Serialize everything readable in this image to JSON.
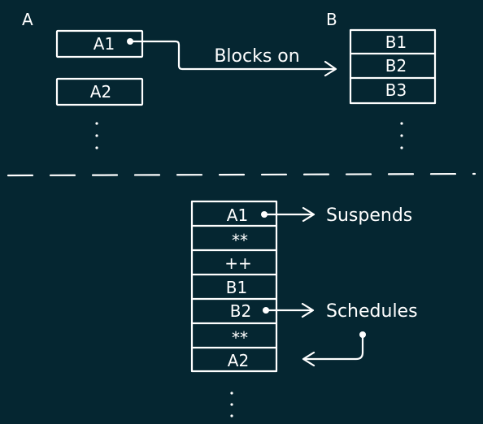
{
  "columns": {
    "a": {
      "label": "A",
      "blocks": [
        "A1",
        "A2"
      ]
    },
    "b": {
      "label": "B",
      "blocks": [
        "B1",
        "B2",
        "B3"
      ]
    }
  },
  "relation": {
    "label": "Blocks on"
  },
  "schedule": {
    "cells": [
      "A1",
      "**",
      "++",
      "B1",
      "B2",
      "**",
      "A2"
    ]
  },
  "annotations": {
    "suspends": "Suspends",
    "schedules": "Schedules"
  },
  "colors": {
    "background": "#052631",
    "ink": "#ffffff"
  }
}
